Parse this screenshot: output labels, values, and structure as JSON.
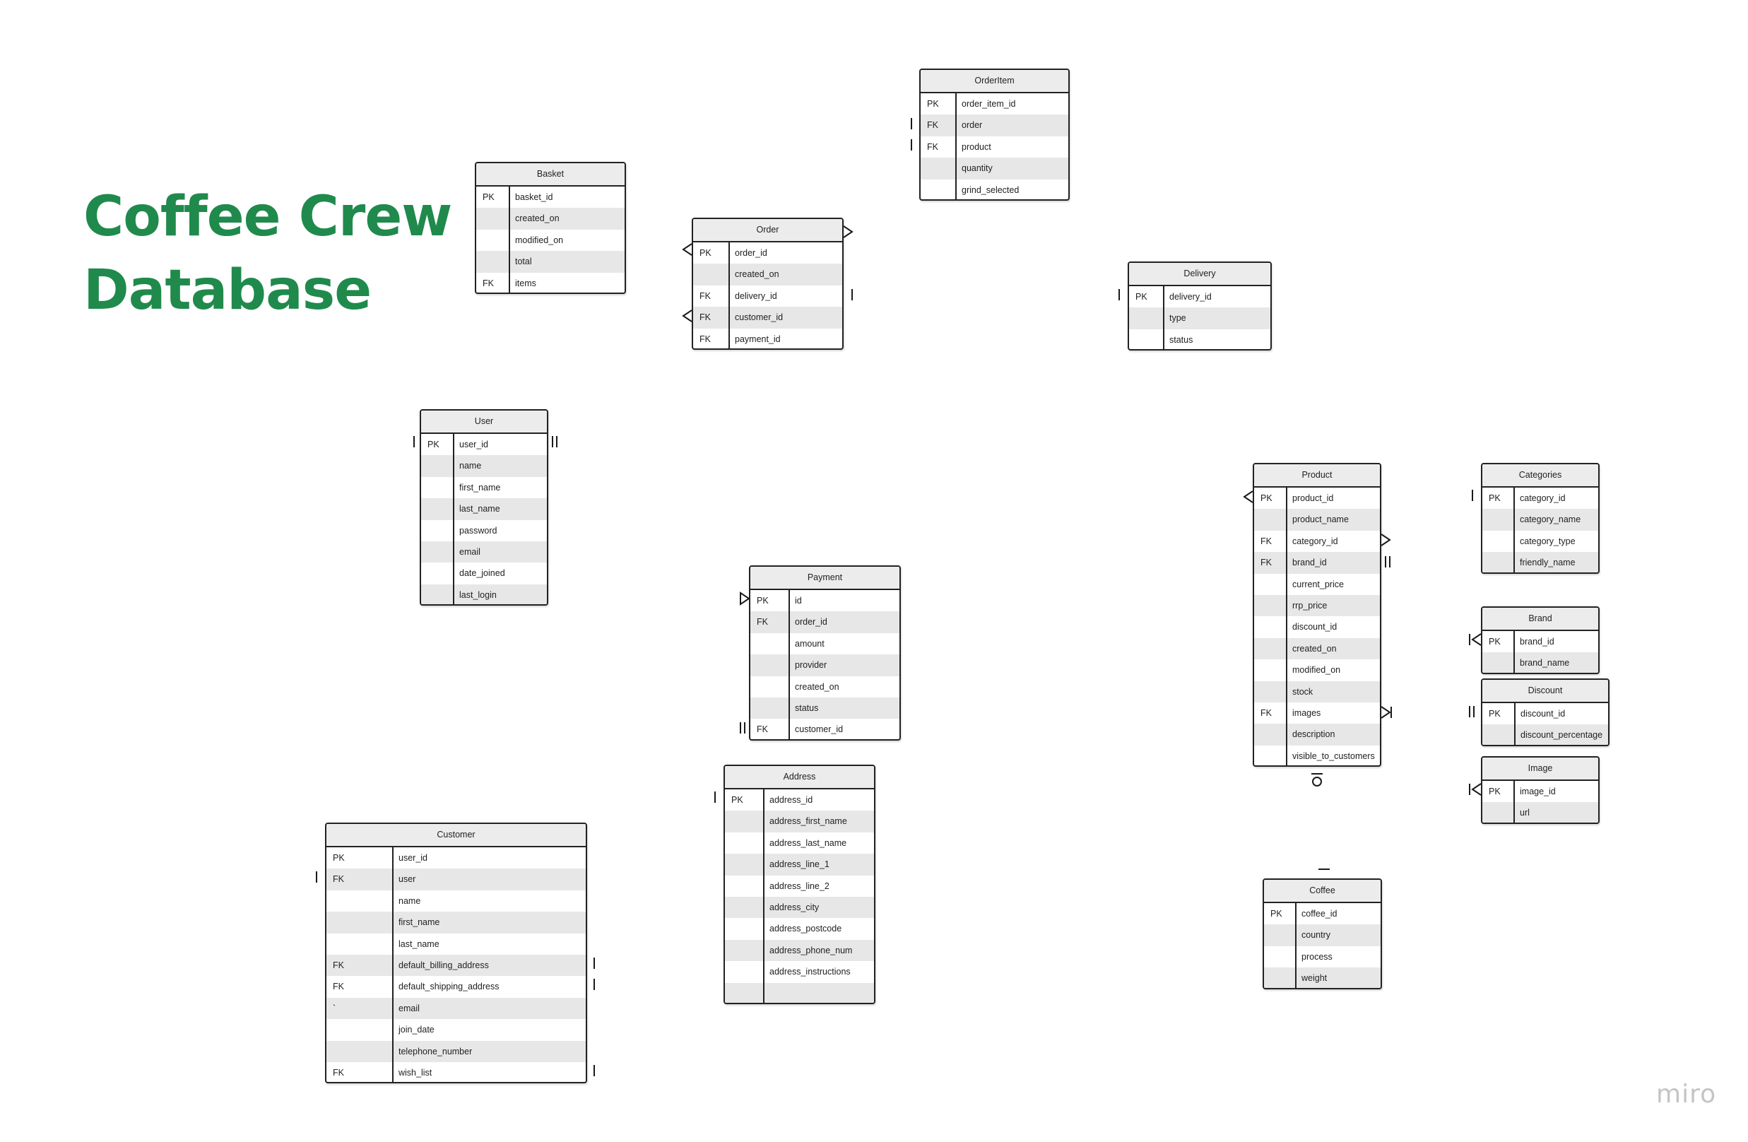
{
  "title": {
    "line1": "Coffee Crew",
    "line2": "Database"
  },
  "logo": "miro",
  "colors": {
    "title": "#1f8a4c",
    "header_bg": "#ececec",
    "row_alt": "#e7e7e7",
    "border": "#222222"
  },
  "tables": [
    {
      "id": "orderitem",
      "name": "OrderItem",
      "rows": [
        {
          "key": "PK",
          "field": "order_item_id"
        },
        {
          "key": "FK",
          "field": "order"
        },
        {
          "key": "FK",
          "field": "product"
        },
        {
          "key": "",
          "field": "quantity"
        },
        {
          "key": "",
          "field": "grind_selected"
        }
      ]
    },
    {
      "id": "basket",
      "name": "Basket",
      "rows": [
        {
          "key": "PK",
          "field": "basket_id"
        },
        {
          "key": "",
          "field": "created_on"
        },
        {
          "key": "",
          "field": "modified_on"
        },
        {
          "key": "",
          "field": "total"
        },
        {
          "key": "FK",
          "field": "items"
        }
      ]
    },
    {
      "id": "order",
      "name": "Order",
      "rows": [
        {
          "key": "PK",
          "field": "order_id"
        },
        {
          "key": "",
          "field": "created_on"
        },
        {
          "key": "FK",
          "field": "delivery_id"
        },
        {
          "key": "FK",
          "field": "customer_id"
        },
        {
          "key": "FK",
          "field": "payment_id"
        }
      ]
    },
    {
      "id": "delivery",
      "name": "Delivery",
      "rows": [
        {
          "key": "PK",
          "field": "delivery_id"
        },
        {
          "key": "",
          "field": "type"
        },
        {
          "key": "",
          "field": "status"
        }
      ]
    },
    {
      "id": "user",
      "name": "User",
      "rows": [
        {
          "key": "PK",
          "field": "user_id"
        },
        {
          "key": "",
          "field": "name"
        },
        {
          "key": "",
          "field": "first_name"
        },
        {
          "key": "",
          "field": "last_name"
        },
        {
          "key": "",
          "field": "password"
        },
        {
          "key": "",
          "field": "email"
        },
        {
          "key": "",
          "field": "date_joined"
        },
        {
          "key": "",
          "field": "last_login"
        }
      ]
    },
    {
      "id": "payment",
      "name": "Payment",
      "rows": [
        {
          "key": "PK",
          "field": "id"
        },
        {
          "key": "FK",
          "field": "order_id"
        },
        {
          "key": "",
          "field": "amount"
        },
        {
          "key": "",
          "field": "provider"
        },
        {
          "key": "",
          "field": "created_on"
        },
        {
          "key": "",
          "field": "status"
        },
        {
          "key": "FK",
          "field": "customer_id"
        }
      ]
    },
    {
      "id": "address",
      "name": "Address",
      "rows": [
        {
          "key": "PK",
          "field": "address_id"
        },
        {
          "key": "",
          "field": "address_first_name"
        },
        {
          "key": "",
          "field": "address_last_name"
        },
        {
          "key": "",
          "field": "address_line_1"
        },
        {
          "key": "",
          "field": "address_line_2"
        },
        {
          "key": "",
          "field": "address_city"
        },
        {
          "key": "",
          "field": "address_postcode"
        },
        {
          "key": "",
          "field": "address_phone_num"
        },
        {
          "key": "",
          "field": "address_instructions"
        },
        {
          "key": "",
          "field": ""
        }
      ]
    },
    {
      "id": "customer",
      "name": "Customer",
      "rows": [
        {
          "key": "PK",
          "field": "user_id"
        },
        {
          "key": "FK",
          "field": "user"
        },
        {
          "key": "",
          "field": "name"
        },
        {
          "key": "",
          "field": "first_name"
        },
        {
          "key": "",
          "field": "last_name"
        },
        {
          "key": "FK",
          "field": "default_billing_address"
        },
        {
          "key": "FK",
          "field": "default_shipping_address"
        },
        {
          "key": "`",
          "field": "email"
        },
        {
          "key": "",
          "field": "join_date"
        },
        {
          "key": "",
          "field": "telephone_number"
        },
        {
          "key": "FK",
          "field": "wish_list"
        }
      ]
    },
    {
      "id": "product",
      "name": "Product",
      "rows": [
        {
          "key": "PK",
          "field": "product_id"
        },
        {
          "key": "",
          "field": "product_name"
        },
        {
          "key": "FK",
          "field": "category_id"
        },
        {
          "key": "FK",
          "field": "brand_id"
        },
        {
          "key": "",
          "field": "current_price"
        },
        {
          "key": "",
          "field": "rrp_price"
        },
        {
          "key": "",
          "field": "discount_id"
        },
        {
          "key": "",
          "field": "created_on"
        },
        {
          "key": "",
          "field": "modified_on"
        },
        {
          "key": "",
          "field": "stock"
        },
        {
          "key": "FK",
          "field": "images"
        },
        {
          "key": "",
          "field": "description"
        },
        {
          "key": "",
          "field": "visible_to_customers"
        }
      ]
    },
    {
      "id": "categories",
      "name": "Categories",
      "rows": [
        {
          "key": "PK",
          "field": "category_id"
        },
        {
          "key": "",
          "field": "category_name"
        },
        {
          "key": "",
          "field": "category_type"
        },
        {
          "key": "",
          "field": "friendly_name"
        }
      ]
    },
    {
      "id": "brand",
      "name": "Brand",
      "rows": [
        {
          "key": "PK",
          "field": "brand_id"
        },
        {
          "key": "",
          "field": "brand_name"
        }
      ]
    },
    {
      "id": "discount",
      "name": "Discount",
      "rows": [
        {
          "key": "PK",
          "field": "discount_id"
        },
        {
          "key": "",
          "field": "discount_percentage"
        }
      ]
    },
    {
      "id": "image",
      "name": "Image",
      "rows": [
        {
          "key": "PK",
          "field": "image_id"
        },
        {
          "key": "",
          "field": "url"
        }
      ]
    },
    {
      "id": "coffee",
      "name": "Coffee",
      "rows": [
        {
          "key": "PK",
          "field": "coffee_id"
        },
        {
          "key": "",
          "field": "country"
        },
        {
          "key": "",
          "field": "process"
        },
        {
          "key": "",
          "field": "weight"
        }
      ]
    }
  ]
}
